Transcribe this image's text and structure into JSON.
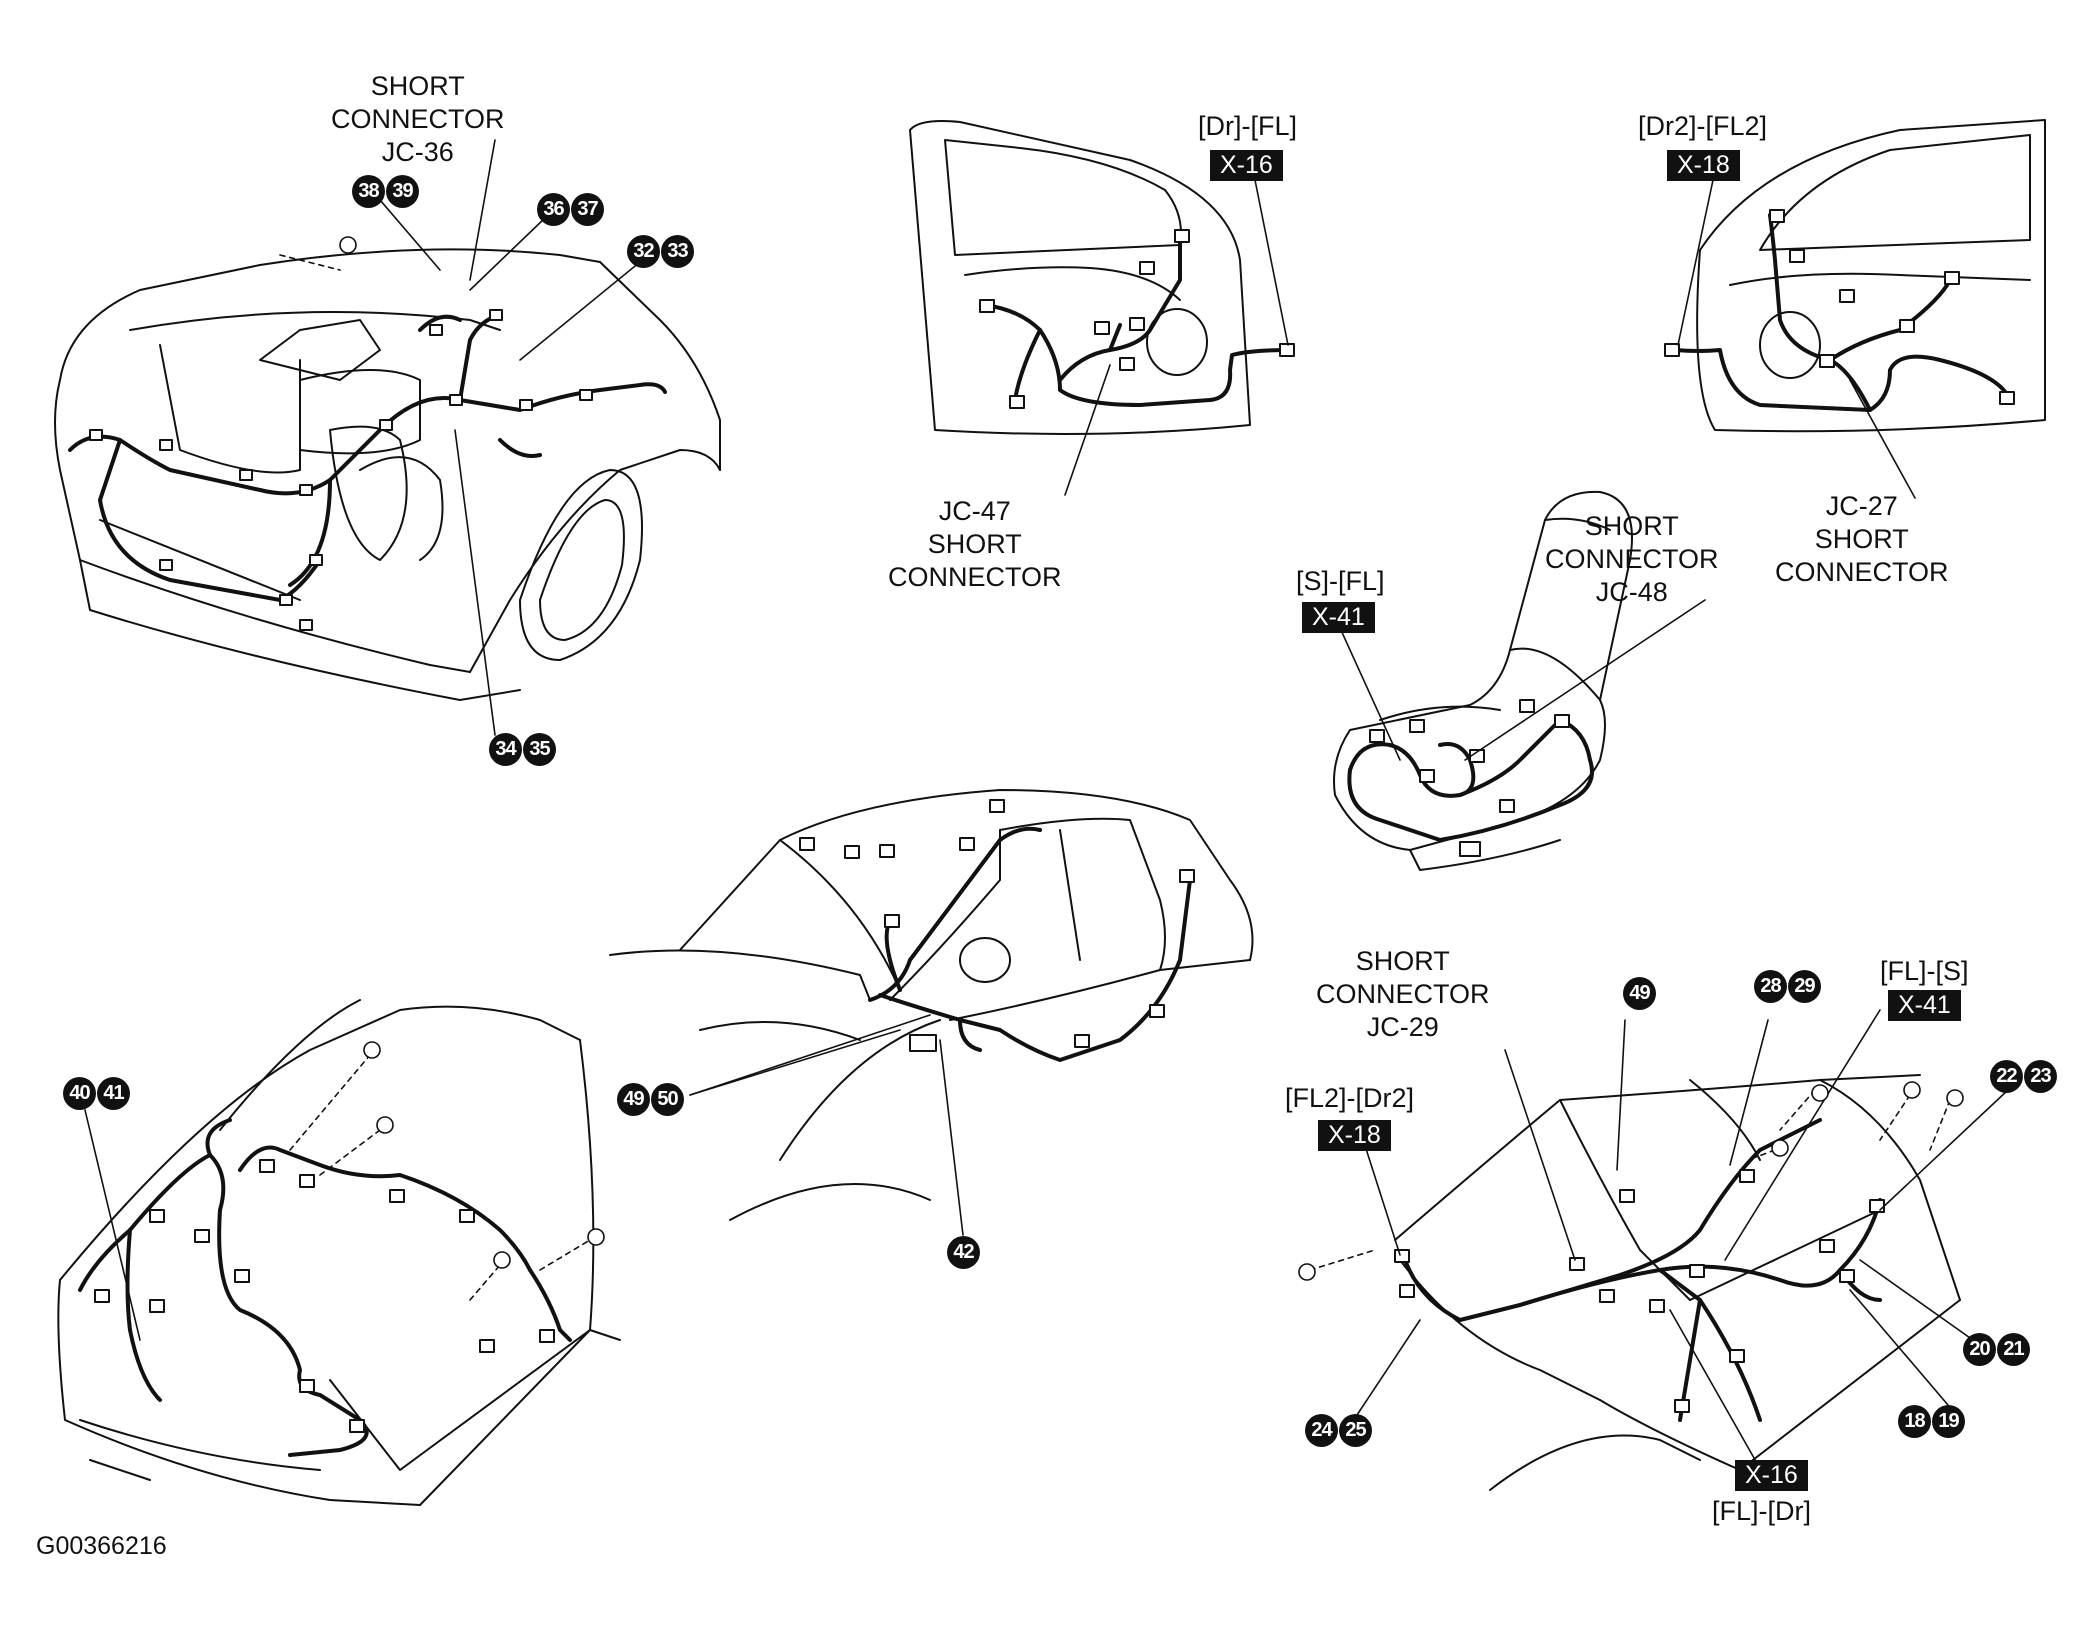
{
  "figure_id": "G00366216",
  "labels": {
    "jc36": [
      "SHORT",
      "CONNECTOR",
      "JC-36"
    ],
    "jc47": [
      "JC-47",
      "SHORT",
      "CONNECTOR"
    ],
    "jc27": [
      "JC-27",
      "SHORT",
      "CONNECTOR"
    ],
    "jc48": [
      "SHORT",
      "CONNECTOR",
      "JC-48"
    ],
    "jc29": [
      "SHORT",
      "CONNECTOR",
      "JC-29"
    ]
  },
  "connectors": {
    "dr_fl": {
      "name": "[Dr]-[FL]",
      "code": "X-16"
    },
    "dr2_fl2": {
      "name": "[Dr2]-[FL2]",
      "code": "X-18"
    },
    "s_fl": {
      "name": "[S]-[FL]",
      "code": "X-41"
    },
    "fl_s": {
      "name": "[FL]-[S]",
      "code": "X-41"
    },
    "fl2_dr2": {
      "name": "[FL2]-[Dr2]",
      "code": "X-18"
    },
    "fl_dr": {
      "name": "[FL]-[Dr]",
      "code": "X-16"
    }
  },
  "callouts": {
    "c38": "38",
    "c39": "39",
    "c36": "36",
    "c37": "37",
    "c32": "32",
    "c33": "33",
    "c34": "34",
    "c35": "35",
    "c40": "40",
    "c41": "41",
    "c49a": "49",
    "c50": "50",
    "c42": "42",
    "c49b": "49",
    "c28": "28",
    "c29": "29",
    "c22": "22",
    "c23": "23",
    "c20": "20",
    "c21": "21",
    "c18": "18",
    "c19": "19",
    "c24": "24",
    "c25": "25"
  }
}
